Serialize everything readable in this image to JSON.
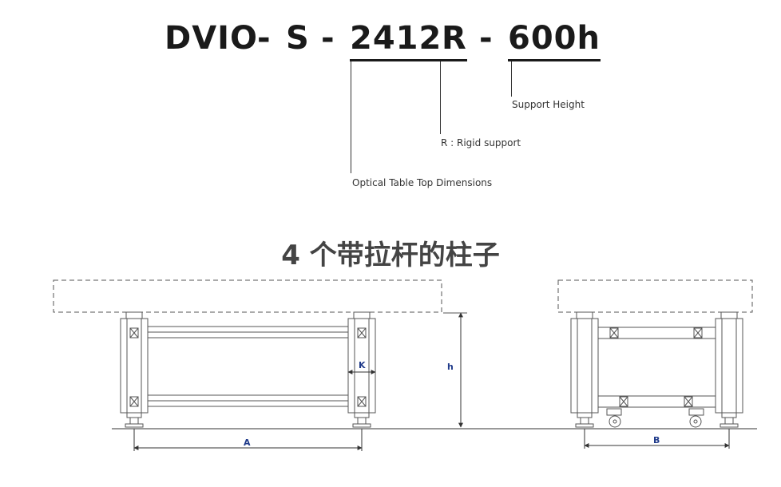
{
  "model_code": {
    "p1": "DVIO",
    "sep1": "-",
    "p2": "S",
    "sep2": "-",
    "dims": "2412",
    "support": "R",
    "sep3": "-",
    "height": "600h"
  },
  "annotations": {
    "height": "Support Height",
    "support": "R : Rigid support",
    "dims": "Optical Table Top Dimensions"
  },
  "subtitle": "4 个带拉杆的柱子",
  "dimension_labels": {
    "height": "h",
    "tie_bar": "K",
    "width_a": "A",
    "width_b": "B"
  },
  "colors": {
    "dimension_text": "#1f3a8a",
    "lines": "#444444"
  }
}
